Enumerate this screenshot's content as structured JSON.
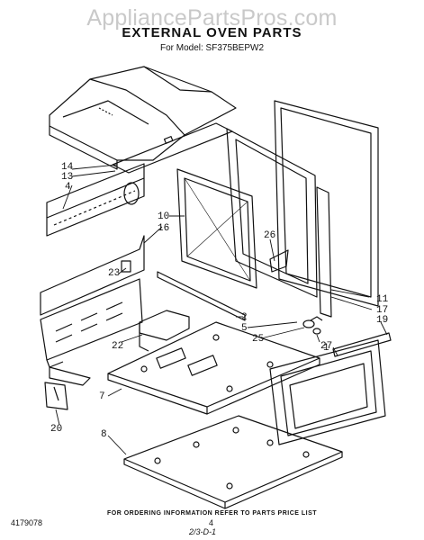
{
  "watermark": "AppliancePartsPros.com",
  "title": "EXTERNAL OVEN PARTS",
  "model": "For Model: SF375BEPW2",
  "callouts": {
    "c14": "14",
    "c13": "13",
    "c4": "4",
    "c10": "10",
    "c16": "16",
    "c26": "26",
    "c23": "23",
    "c11": "11",
    "c17": "17",
    "c19": "19",
    "c2": "2",
    "c5": "5",
    "c25": "25",
    "c27": "27",
    "c22": "22",
    "c1": "1",
    "c7": "7",
    "c8": "8",
    "c20": "20"
  },
  "footer": {
    "note": "FOR ORDERING INFORMATION REFER TO PARTS PRICE LIST",
    "part_number": "4179078",
    "page": "4",
    "code": "2/3-D-1"
  }
}
